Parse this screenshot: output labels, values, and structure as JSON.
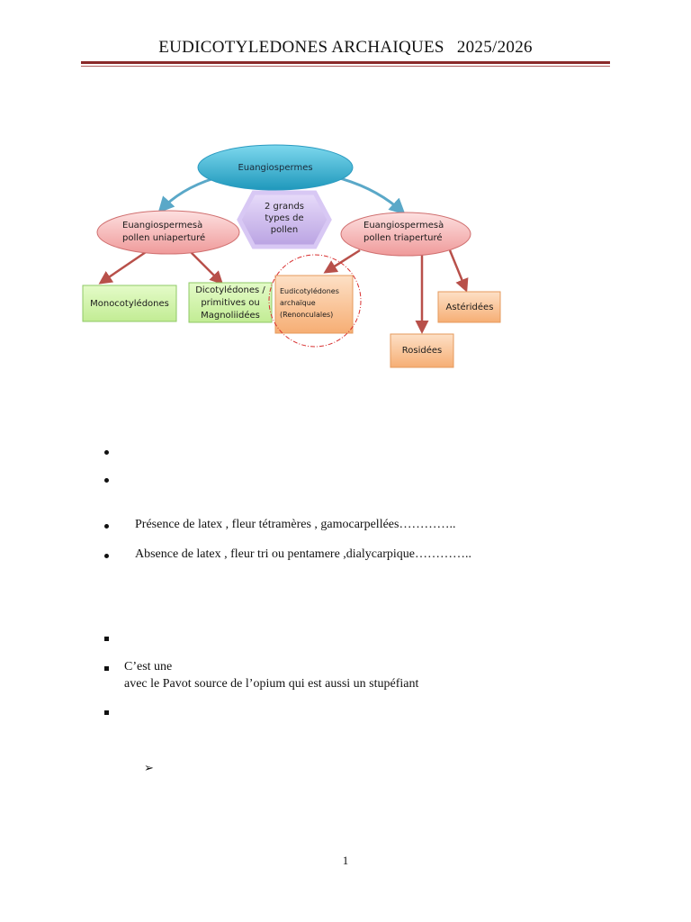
{
  "header": {
    "title": "EUDICOTYLEDONES ARCHAIQUES",
    "year": "2025/2026"
  },
  "diagram": {
    "root": "Euangiospermes",
    "center_label": [
      "2 grands",
      "types de",
      "pollen"
    ],
    "left_branch": [
      "Euangiospermesà",
      "pollen uniaperturé"
    ],
    "right_branch": [
      "Euangiospermesà",
      "pollen triaperturé"
    ],
    "leaf_mono": "Monocotylédones",
    "leaf_dico": [
      "Dicotylédones /",
      "primitives ou",
      "Magnoliidées"
    ],
    "leaf_eudico": [
      "Eudicotylédones",
      "archaïque",
      "(Renonculales)"
    ],
    "leaf_asterid": "Astéridées",
    "leaf_rosid": "Rosidées",
    "colors": {
      "root_fill": "#3cb4d4",
      "branch_fill": "#f4a8a8",
      "hex_fill": "#c9b8e8",
      "leaf_green": "#ccf0a4",
      "leaf_orange": "#f9bd8c",
      "arrow_blue": "#5aa8c8",
      "arrow_red": "#b8504a",
      "circle_red": "#d83030"
    }
  },
  "body": {
    "bullet_latex_present": "Présence de latex , fleur tétramères , gamocarpellées…………..",
    "bullet_latex_absent": "Absence de latex , fleur tri ou pentamere ,dialycarpique…………..",
    "line_cest": "C’est une",
    "line_pavot": "avec le Pavot source de l’opium qui est aussi un stupéfiant"
  },
  "footer": {
    "page_number": "1"
  }
}
